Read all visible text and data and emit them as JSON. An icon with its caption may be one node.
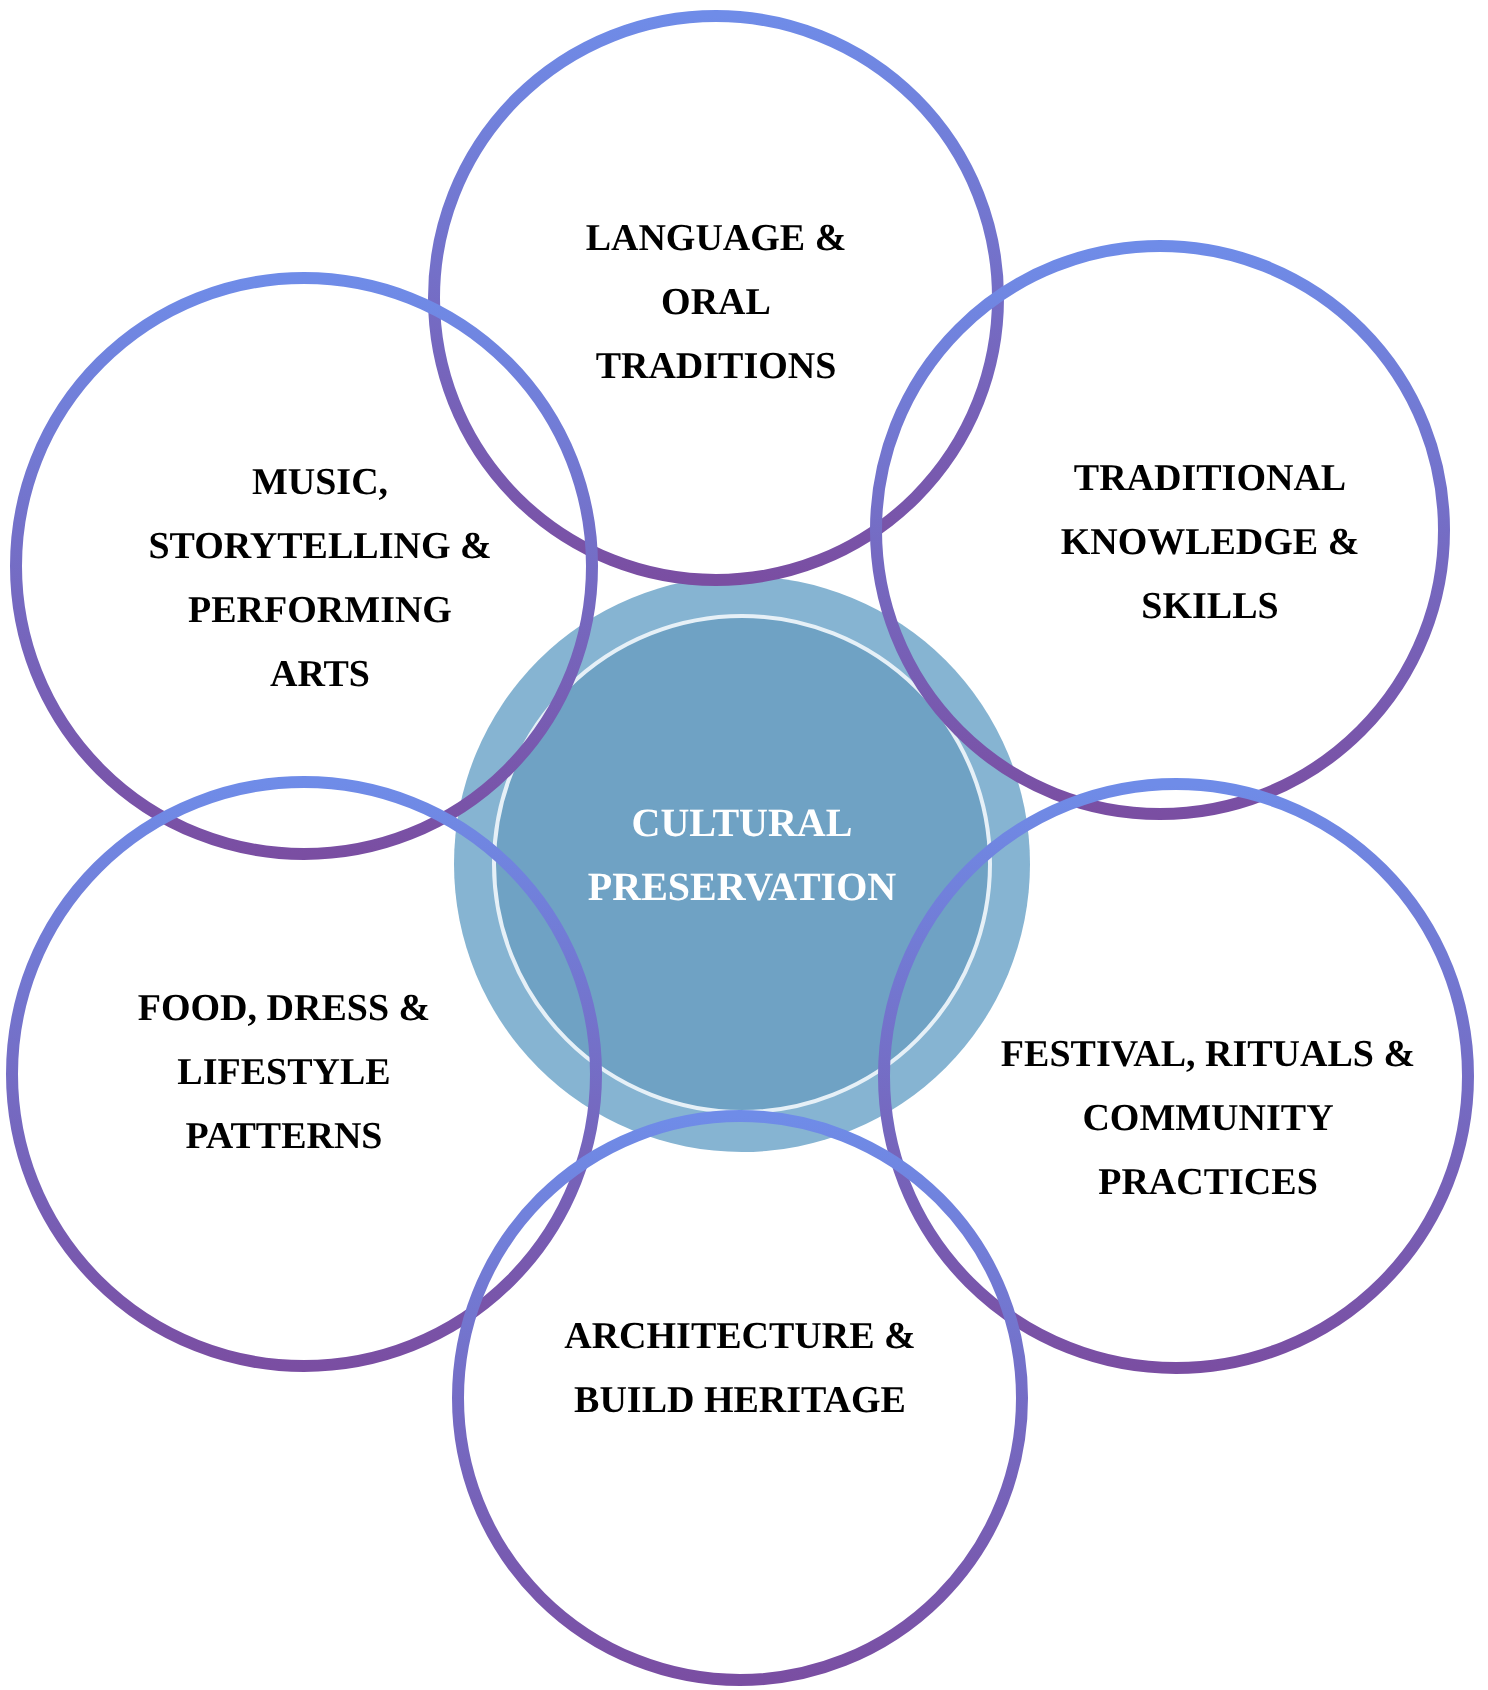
{
  "diagram": {
    "nodes": [
      {
        "text": [
          "LANGUAGE & ORAL TRADITIONS"
        ]
      },
      {
        "text": [
          "MUSIC, STORYTELLING & PERFORMING ARTS"
        ]
      },
      {
        "text": [
          "TRADITIONAL KNOWLEDGE & SKILLS"
        ]
      },
      {
        "text": [
          "CULTURAL PRESERVATION"
        ]
      },
      {
        "text": [
          "FOOD, DRESS & LIFESTYLE PATTERNS"
        ]
      },
      {
        "text": [
          "FESTIVAL, RITUALS & COMMUNITY PRACTICES"
        ]
      },
      {
        "text": [
          "ARCHITECTURE & BUILD HERITAGE"
        ]
      }
    ]
  }
}
